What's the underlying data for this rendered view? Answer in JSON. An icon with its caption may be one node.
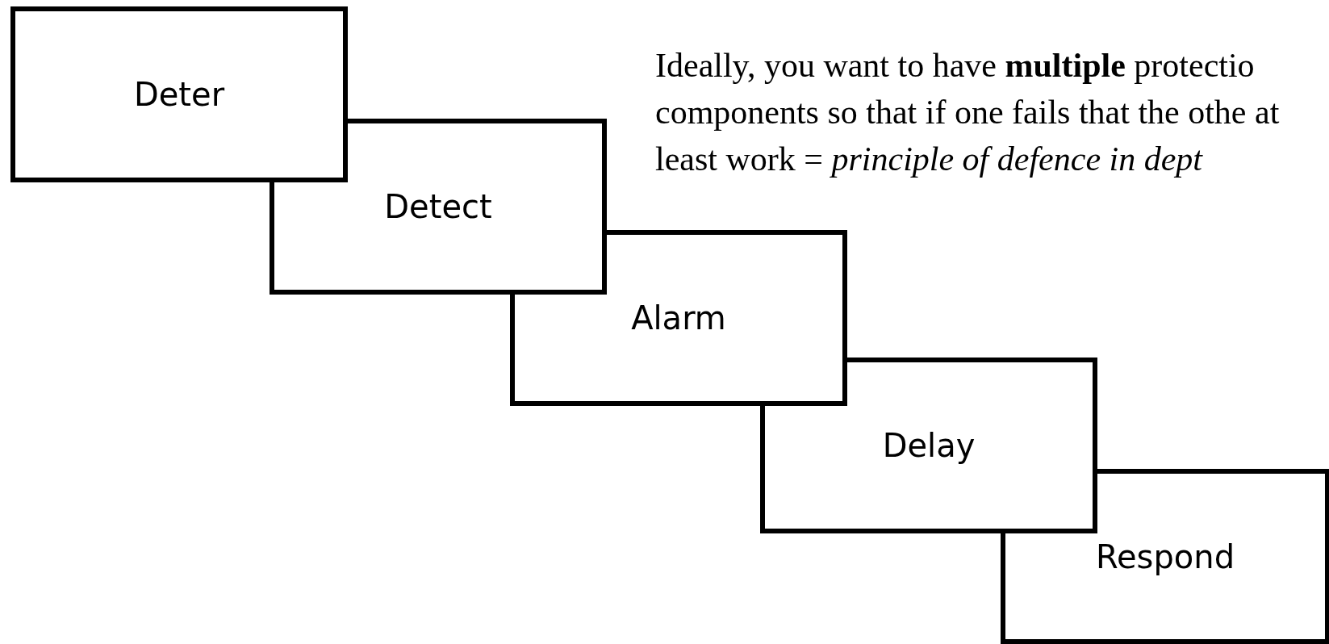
{
  "diagram": {
    "nodes": [
      {
        "text": [
          "Deter"
        ]
      },
      {
        "text": [
          "Detect"
        ]
      },
      {
        "text": [
          "Alarm"
        ]
      },
      {
        "text": [
          "Delay"
        ]
      },
      {
        "text": [
          "Respond"
        ]
      }
    ],
    "labels": [
      "Ideally, you want to have **multiple** protectio components so that if one fails that the othe at least work = *principle of defence in dept*"
    ]
  }
}
